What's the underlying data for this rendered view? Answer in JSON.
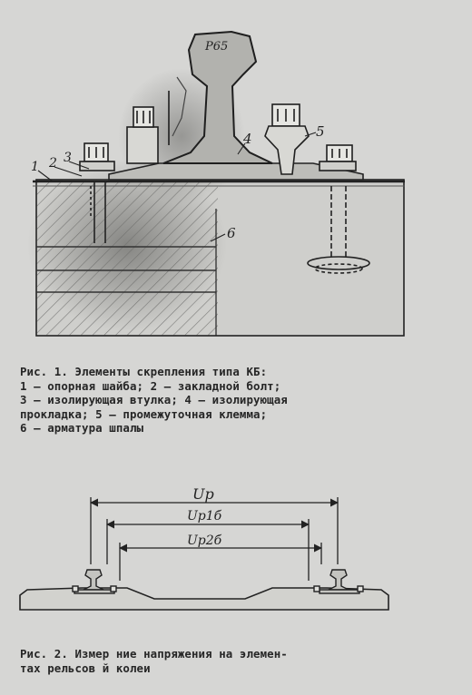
{
  "figure1": {
    "rail_label": "Р65",
    "callouts": [
      "1",
      "2",
      "3",
      "4",
      "5",
      "6"
    ],
    "caption_lines": [
      "Рис. 1. Элементы скрепления типа КБ:",
      "1 — опорная шайба; 2 — закладной болт;",
      "3 — изолирующая втулка; 4 — изолирующая",
      "прокладка; 5 — промежуточная клемма;",
      "6 — арматура шпалы"
    ]
  },
  "figure2": {
    "dim_labels": [
      "Uр",
      "Uр1б",
      "Uр2б"
    ],
    "caption_lines": [
      "Рис. 2. Измер ние напряжения на элемен-",
      "тах рельсов й колеи"
    ]
  },
  "colors": {
    "paper": "#d6d6d4",
    "ink": "#1c1c1c",
    "shade": "#8a8a86"
  }
}
